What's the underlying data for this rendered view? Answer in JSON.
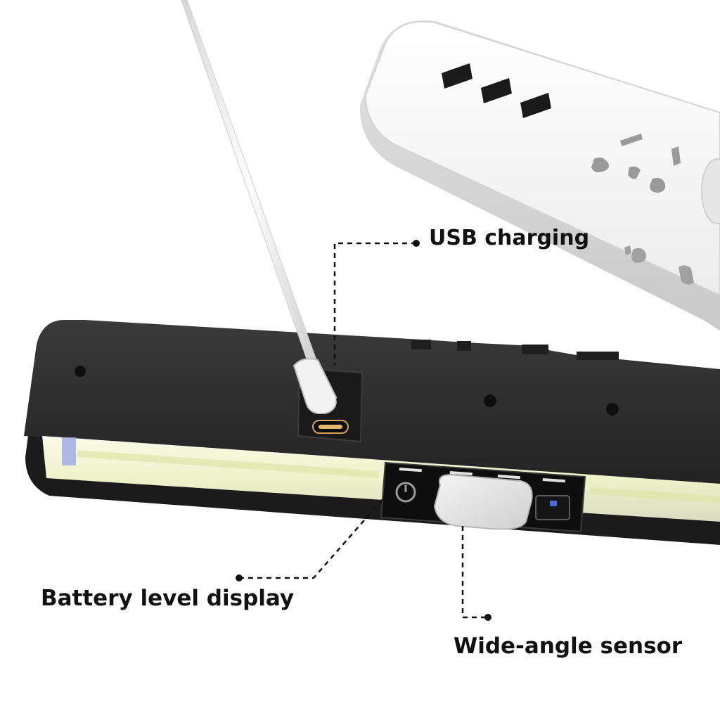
{
  "callouts": {
    "usb_charging": "USB charging",
    "battery_level": "Battery level display",
    "wide_angle_sensor": "Wide-angle sensor"
  },
  "icons": {
    "power_strip": "power-strip-illustration",
    "light_bar": "led-light-bar-illustration",
    "usb_cable": "usb-c-cable-illustration",
    "sensor": "motion-sensor-illustration",
    "battery_indicator": "battery-indicator-illustration"
  },
  "colors": {
    "bar_body": "#2b2b2b",
    "led_glow": "#f4f7df",
    "strip_body": "#f3f3f3",
    "leader_line": "#111111"
  }
}
